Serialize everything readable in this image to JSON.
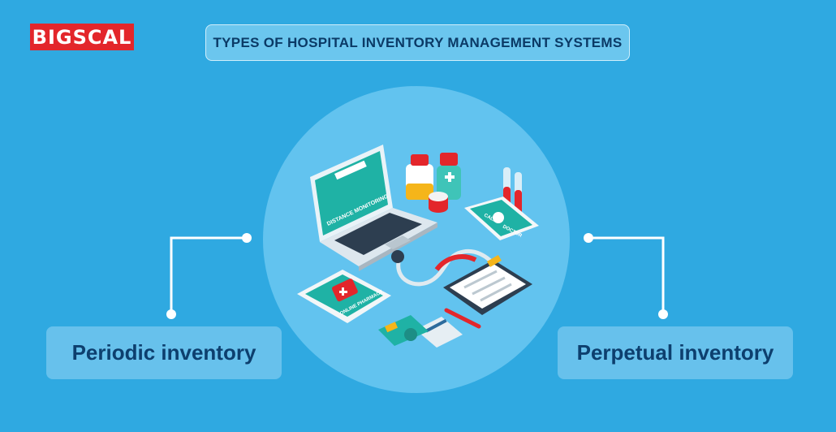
{
  "brand": {
    "logo_text": "BIGSCAL",
    "color": "#e3262b"
  },
  "header": {
    "title": "TYPES OF HOSPITAL INVENTORY MANAGEMENT SYSTEMS"
  },
  "illustration": {
    "laptop_screen_text": "DISTANCE MONITORING",
    "tablet_text": "ONLINE PHARMACY",
    "phone_text_1": "CALL",
    "phone_text_2": "DOCTOR"
  },
  "types": [
    {
      "label": "Periodic inventory"
    },
    {
      "label": "Perpetual inventory"
    }
  ],
  "colors": {
    "background": "#2fa9e1",
    "circle": "#62c3ef",
    "label_box": "#67c1ec",
    "text_dark": "#0d3f6e"
  }
}
